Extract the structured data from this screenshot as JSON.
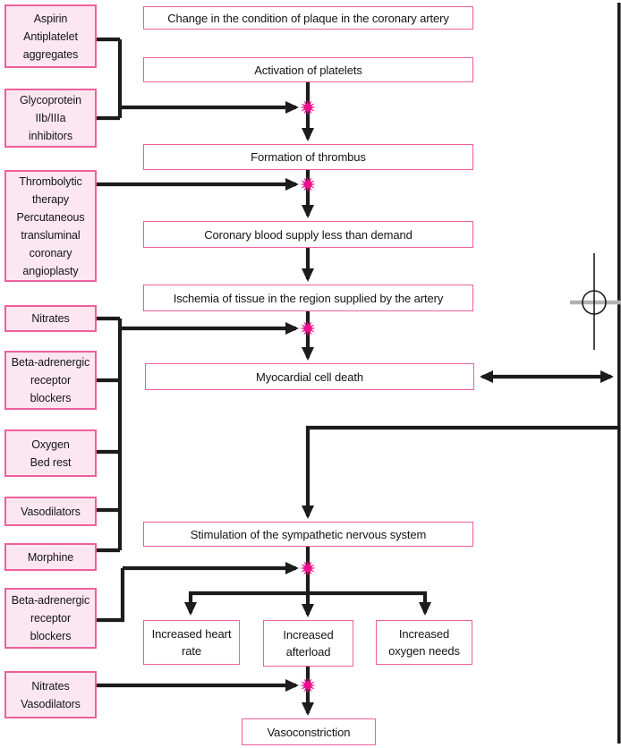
{
  "colors": {
    "box_border": "#ee5f9e",
    "treatment_fill": "#fce7f1",
    "process_fill": "#ffffff",
    "line": "#1c1c1c",
    "star": "#ec0f8c",
    "crosshair_gray": "#b2b2b2",
    "text": "#141414"
  },
  "treatments": [
    {
      "id": "aspirin-antiplatelet",
      "label": "Aspirin\nAntiplatelet\naggregates"
    },
    {
      "id": "glycoprotein-inhibitors",
      "label": "Glycoprotein\nIIb/IIIa\ninhibitors"
    },
    {
      "id": "thrombolytic-ptca",
      "label": "Thrombolytic\ntherapy\nPercutaneous\ntransluminal\ncoronary\nangioplasty"
    },
    {
      "id": "nitrates",
      "label": "Nitrates"
    },
    {
      "id": "beta-blockers",
      "label": "Beta-adrenergic\nreceptor\nblockers"
    },
    {
      "id": "oxygen-bed-rest",
      "label": "Oxygen\nBed rest"
    },
    {
      "id": "vasodilators",
      "label": "Vasodilators"
    },
    {
      "id": "morphine",
      "label": "Morphine"
    },
    {
      "id": "beta-blockers-2",
      "label": "Beta-adrenergic\nreceptor\nblockers"
    },
    {
      "id": "nitrates-vasodilators",
      "label": "Nitrates\nVasodilators"
    }
  ],
  "process": [
    {
      "id": "plaque-change",
      "label": "Change in the condition of plaque in the coronary artery"
    },
    {
      "id": "platelet-activation",
      "label": "Activation of platelets"
    },
    {
      "id": "thrombus-formation",
      "label": "Formation of thrombus"
    },
    {
      "id": "supply-less-than-demand",
      "label": "Coronary blood supply less than demand"
    },
    {
      "id": "ischemia",
      "label": "Ischemia of tissue in the region supplied by the artery"
    },
    {
      "id": "myocardial-cell-death",
      "label": "Myocardial cell death"
    },
    {
      "id": "sympathetic-stimulation",
      "label": "Stimulation of the sympathetic nervous system"
    },
    {
      "id": "increased-heart-rate",
      "label": "Increased heart\nrate"
    },
    {
      "id": "increased-afterload",
      "label": "Increased\nafterload"
    },
    {
      "id": "increased-oxygen-needs",
      "label": "Increased\noxygen needs"
    },
    {
      "id": "vasoconstriction",
      "label": "Vasoconstriction"
    }
  ],
  "icons": {
    "star": "drug-action-burst",
    "registration_mark": "crosshair-circle"
  }
}
